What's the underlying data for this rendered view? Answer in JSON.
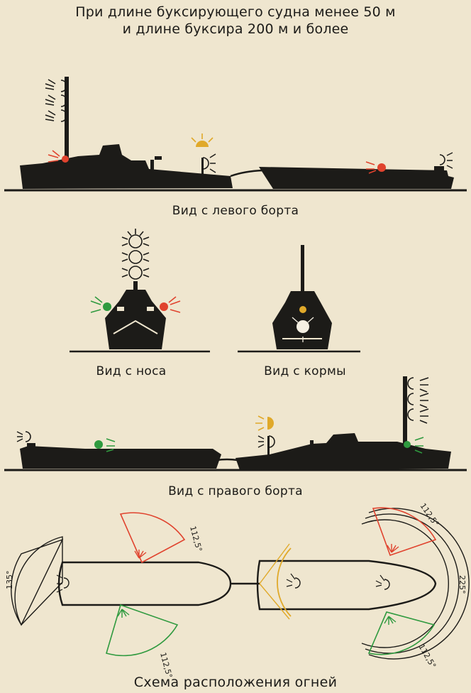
{
  "title": {
    "line1": "При длине буксирующего судна менее 50 м",
    "line2": "и длине  буксира 200 м и более"
  },
  "views": {
    "port": "Вид с левого борта",
    "bow": "Вид с носа",
    "stern": "Вид с кормы",
    "starboard": "Вид с правого борта"
  },
  "scheme": {
    "title": "Схема расположения огней",
    "angles": {
      "stern_light": "135°",
      "port_sidelight": "112,5°",
      "starboard_sidelight": "112,5°",
      "masthead_light": "225°",
      "tow_port_sidelight": "112,5°",
      "tow_starboard_sidelight": "112,5°"
    }
  },
  "colors": {
    "background": "#efe6cf",
    "silhouette": "#1c1b18",
    "red": "#e0432e",
    "green": "#2f9a3f",
    "yellow": "#e0a92a",
    "white": "#f4efe2"
  }
}
